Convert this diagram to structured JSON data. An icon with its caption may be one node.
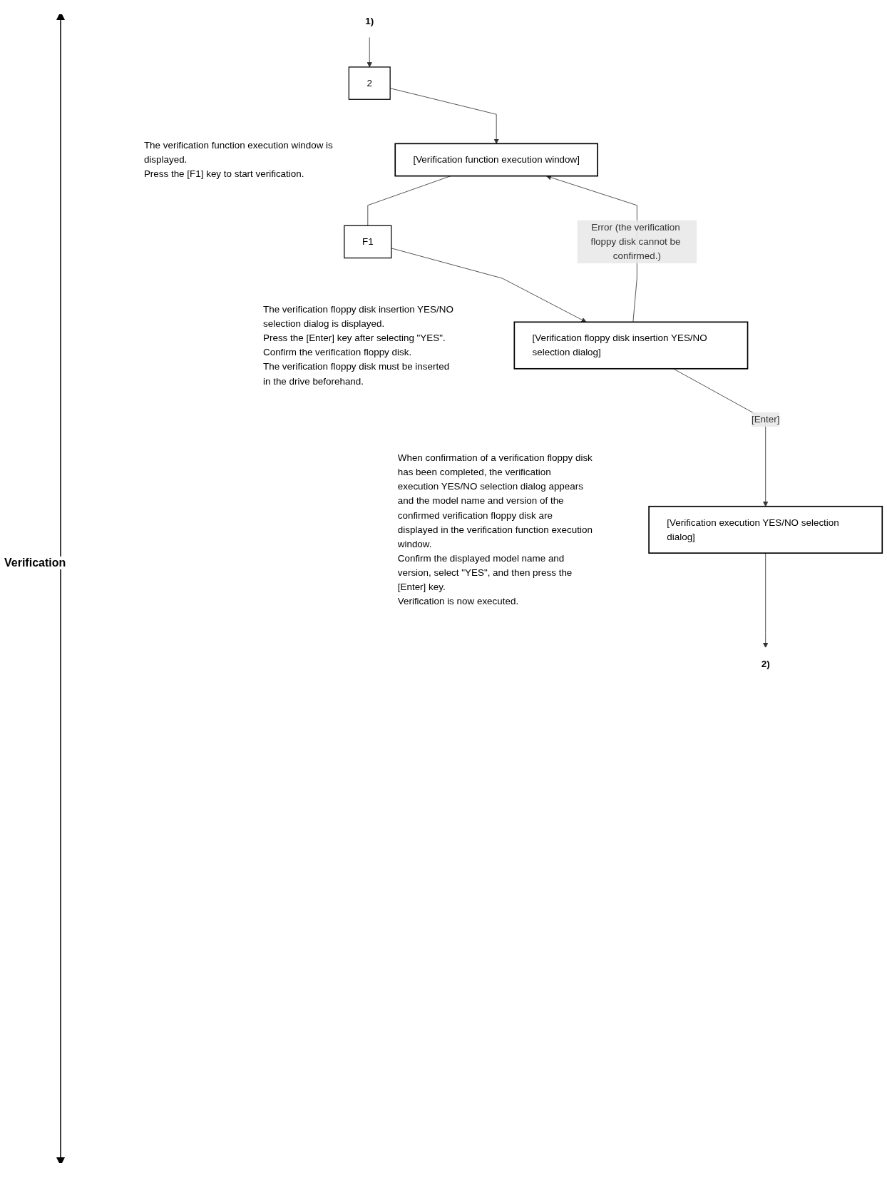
{
  "diagram": {
    "nodes": [
      {
        "text": [
          "1)"
        ]
      },
      {
        "text": [
          "2"
        ]
      },
      {
        "text": [
          "[Verification function execution window]"
        ],
        "beside": [
          "The verification function execution window is displayed.",
          "Press the [F1] key to start verification."
        ]
      },
      {
        "text": [
          "F1"
        ]
      },
      {
        "text": [
          "[Verification floppy disk insertion YES/NO selection dialog]"
        ],
        "beside": [
          "The verification floppy disk insertion YES/NO selection dialog is displayed.",
          "Press the [Enter] key after selecting \"YES\".",
          "Confirm the verification floppy disk.",
          "The verification floppy disk must be inserted in the drive beforehand."
        ]
      },
      {
        "text": [
          "[Verification execution YES/NO selection dialog]"
        ],
        "beside": [
          "When confirmation of a verification floppy disk has been completed, the verification execution YES/NO selection dialog appears and the model name and version of the confirmed verification floppy disk are displayed in the verification function execution window.",
          "Confirm the displayed model name and version, select \"YES\", and then press the [Enter] key.",
          "Verification is now executed."
        ]
      },
      {
        "text": [
          "2)"
        ]
      }
    ],
    "edges": [
      {
        "from": 0,
        "to": 1,
        "arrow": "to"
      },
      {
        "from": 1,
        "to": 2,
        "arrow": "to"
      },
      {
        "from": 2,
        "to": 3,
        "arrow": "none"
      },
      {
        "from": 3,
        "to": 4,
        "arrow": "to"
      },
      {
        "from": 4,
        "to": 2,
        "arrow": "to",
        "label": "Error (the verification floppy disk cannot be confirmed.)"
      },
      {
        "from": 4,
        "to": 5,
        "arrow": "to",
        "label": "[Enter]"
      },
      {
        "from": 5,
        "to": 6,
        "arrow": "to"
      }
    ],
    "labels": [
      "Verification"
    ]
  }
}
